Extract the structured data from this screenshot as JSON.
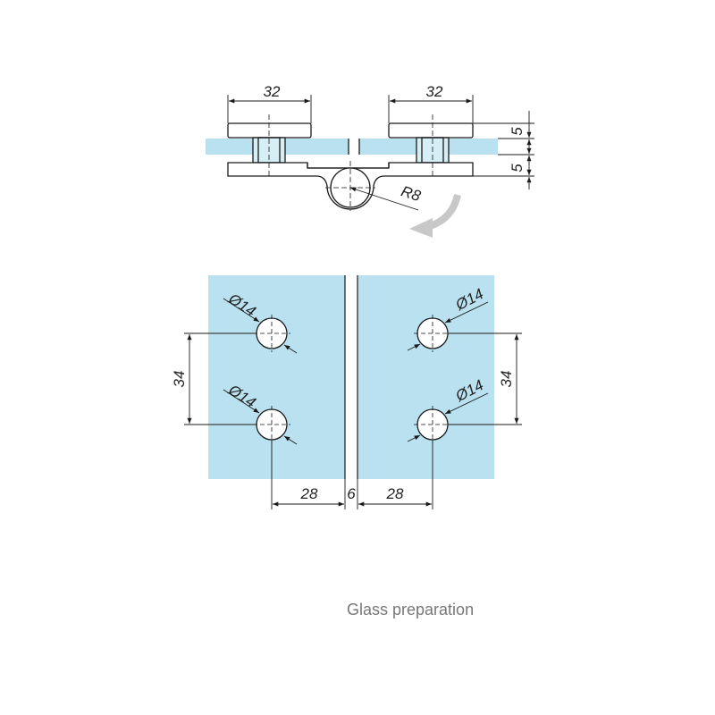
{
  "colors": {
    "glass": "#b9e1ef",
    "line": "#1a1a1a",
    "rotation_arrow": "#c8c8c8",
    "caption": "#777777"
  },
  "top_view": {
    "clamp_width_left": "32",
    "clamp_width_right": "32",
    "thickness_top": "5",
    "thickness_bottom": "5",
    "hinge_radius": "R8"
  },
  "glass_view": {
    "hole_dia_left_top": "Ø14",
    "hole_dia_left_bottom": "Ø14",
    "hole_dia_right_top": "Ø14",
    "hole_dia_right_bottom": "Ø14",
    "hole_spacing_left": "34",
    "hole_spacing_right": "34",
    "edge_offset_left": "28",
    "gap": "6",
    "edge_offset_right": "28"
  },
  "caption": "Glass preparation"
}
